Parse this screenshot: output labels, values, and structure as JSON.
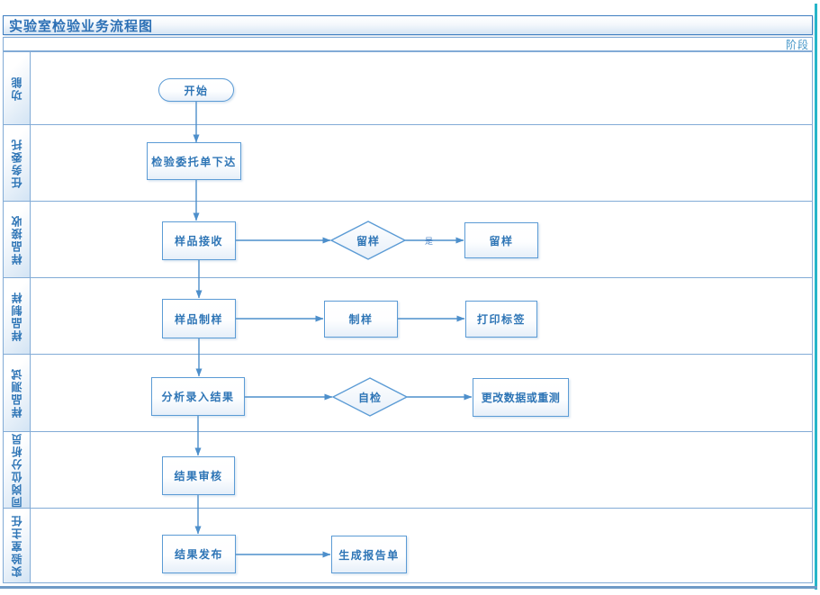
{
  "title": "实验室检验业务流程图",
  "phase_label": "阶段",
  "lanes": [
    {
      "label": "功能"
    },
    {
      "label": "任务委托"
    },
    {
      "label": "样品接收"
    },
    {
      "label": "样品制样"
    },
    {
      "label": "样品测试"
    },
    {
      "label": "同岗位分析员"
    },
    {
      "label": "实验室主任"
    }
  ],
  "nodes": {
    "start": {
      "type": "terminator",
      "label": "开始"
    },
    "order_issued": {
      "type": "process",
      "label": "检验委托单下达"
    },
    "sample_receive": {
      "type": "process",
      "label": "样品接收"
    },
    "retain_decision": {
      "type": "decision",
      "label": "留样"
    },
    "retain_sample": {
      "type": "process",
      "label": "留样"
    },
    "sample_prepare": {
      "type": "process",
      "label": "样品制样"
    },
    "prepare": {
      "type": "process",
      "label": "制样"
    },
    "print_label": {
      "type": "process",
      "label": "打印标签"
    },
    "analysis_entry": {
      "type": "process",
      "label": "分析录入结果"
    },
    "self_check": {
      "type": "decision",
      "label": "自检"
    },
    "modify_retest": {
      "type": "process",
      "label": "更改数据或重测"
    },
    "result_review": {
      "type": "process",
      "label": "结果审核"
    },
    "result_publish": {
      "type": "process",
      "label": "结果发布"
    },
    "generate_report": {
      "type": "process",
      "label": "生成报告单"
    }
  },
  "edge_labels": {
    "yes": "是"
  },
  "colors": {
    "shape_border": "#5B9BD5",
    "shape_text": "#2E75B6",
    "lane_line": "#82ABD6",
    "arrow": "#4D8FCB",
    "title_text": "#2C70B5",
    "page_edge_right": "#27B5C9",
    "page_edge_bottom": "#6E9AC6"
  }
}
